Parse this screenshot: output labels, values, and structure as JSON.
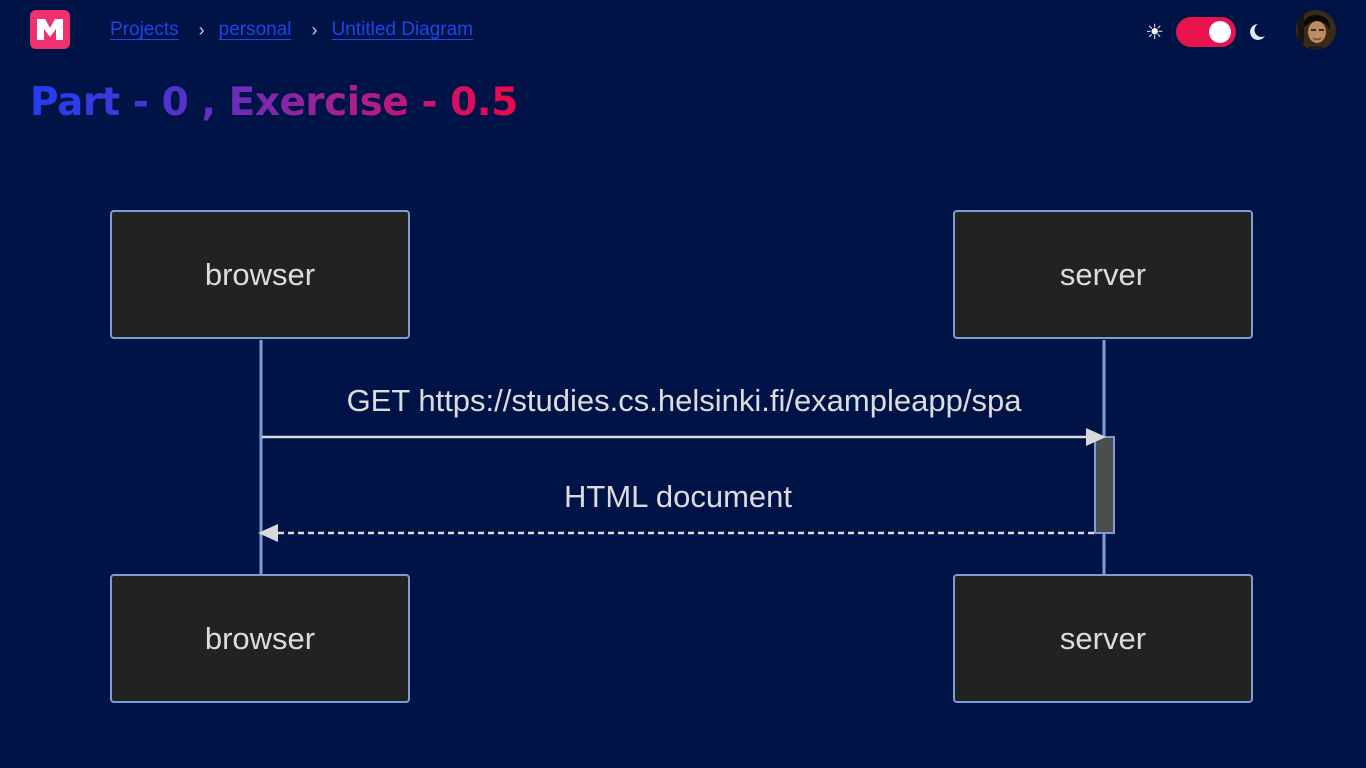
{
  "header": {
    "breadcrumb": {
      "items": [
        "Projects",
        "personal",
        "Untitled Diagram"
      ],
      "separator": "›"
    },
    "theme_toggle": {
      "sun_icon": "☀",
      "state": "dark"
    }
  },
  "page": {
    "title": "Part - 0 , Exercise - 0.5"
  },
  "diagram": {
    "type": "sequence",
    "participants": {
      "browser_top": "browser",
      "server_top": "server",
      "browser_bottom": "browser",
      "server_bottom": "server"
    },
    "messages": [
      {
        "from": "browser",
        "to": "server",
        "label": "GET https://studies.cs.helsinki.fi/exampleapp/spa",
        "style": "solid"
      },
      {
        "from": "server",
        "to": "browser",
        "label": "HTML document",
        "style": "dashed"
      }
    ]
  },
  "colors": {
    "background": "#001347",
    "accent": "#e8134c",
    "link": "#1f45e8",
    "box_fill": "#212322",
    "box_border": "#7c9fcf",
    "text": "#dcdcdc"
  }
}
